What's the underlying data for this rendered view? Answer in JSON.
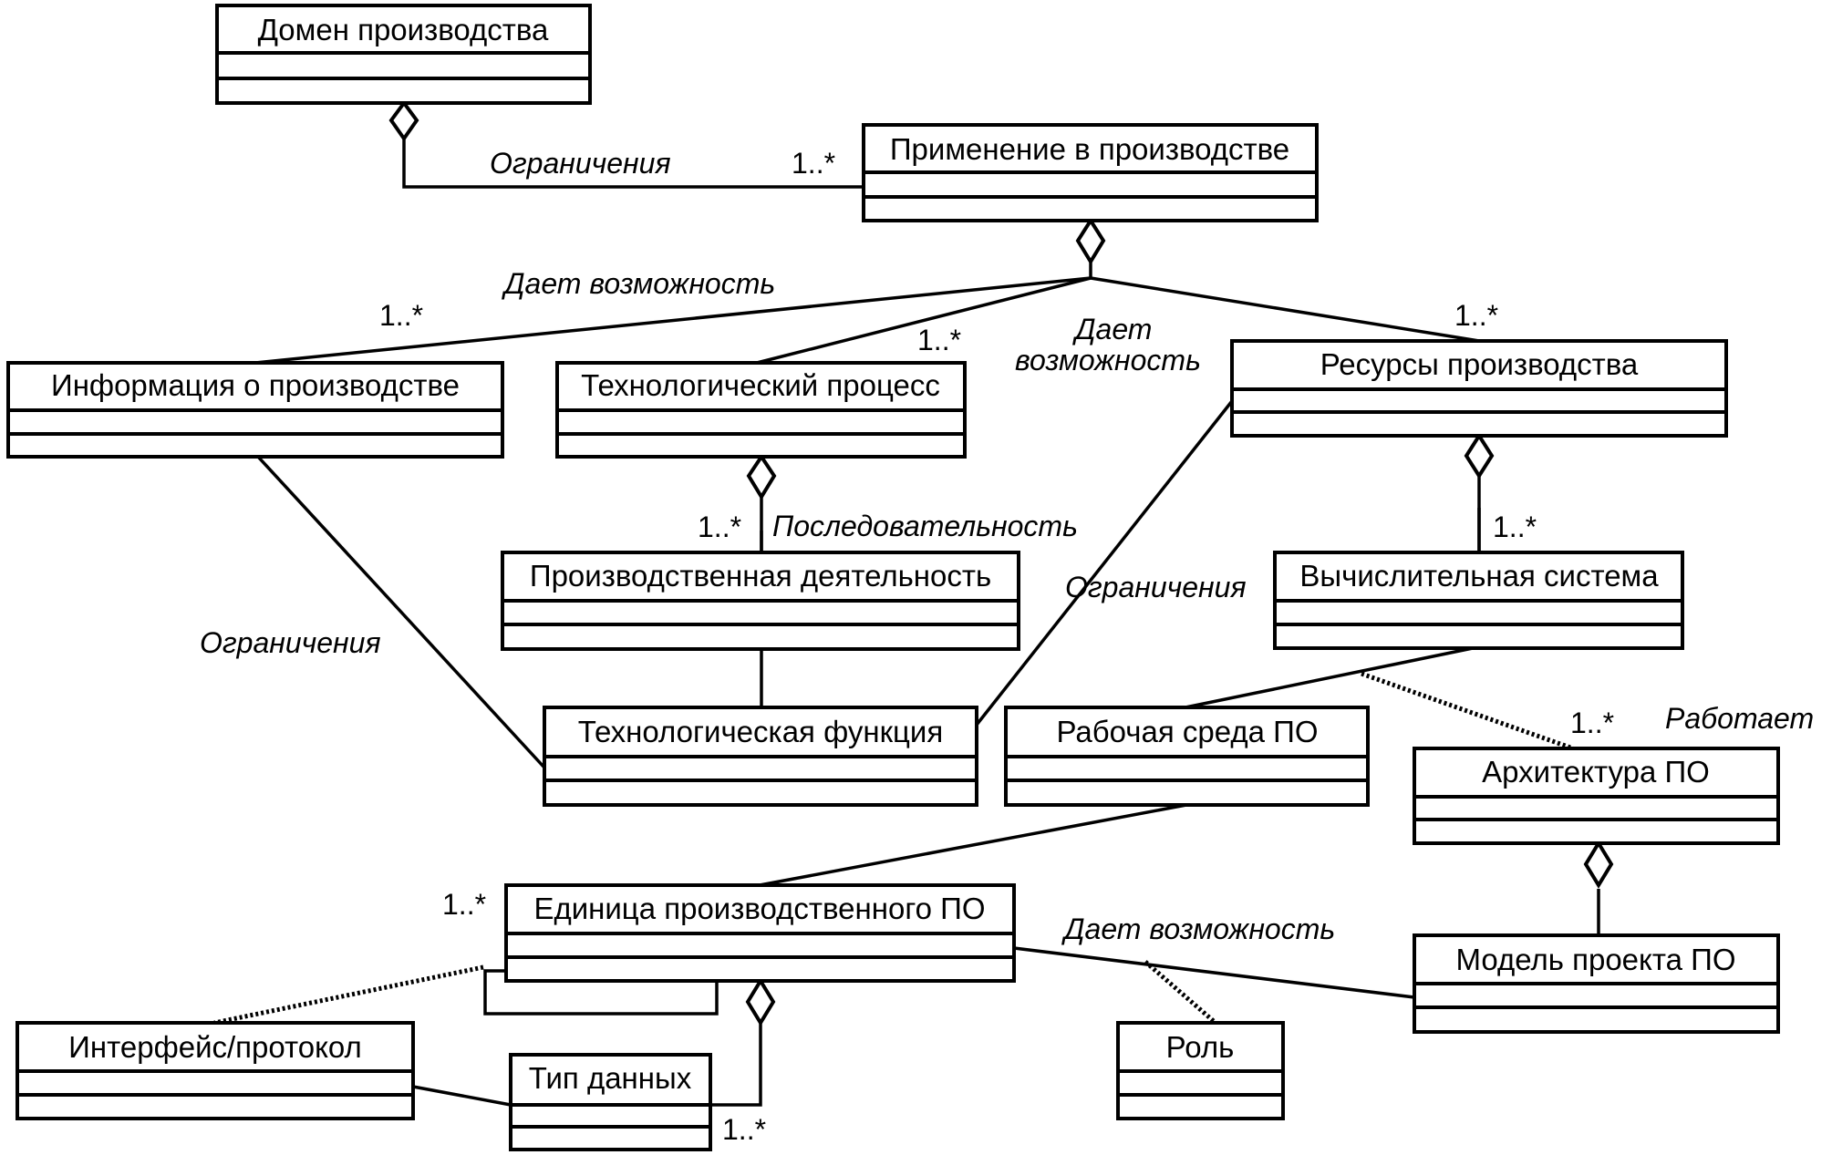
{
  "diagram": {
    "type": "UML class diagram",
    "classes": {
      "domain": "Домен производства",
      "application": "Применение в производстве",
      "info": "Информация о производстве",
      "process": "Технологический процесс",
      "resources": "Ресурсы производства",
      "activity": "Производственная деятельность",
      "computing": "Вычислительная система",
      "function": "Технологическая функция",
      "environment": "Рабочая среда ПО",
      "architecture": "Архитектура ПО",
      "unit": "Единица производственного ПО",
      "model": "Модель проекта ПО",
      "interface": "Интерфейс/протокол",
      "datatype": "Тип данных",
      "role": "Роль"
    },
    "labels": {
      "constraints_top": "Ограничения",
      "enables_left": "Дает возможность",
      "enables_mid_1": "Дает",
      "enables_mid_2": "возможность",
      "sequence": "Последовательность",
      "constraints_left": "Ограничения",
      "constraints_right": "Ограничения",
      "works": "Работает",
      "enables_bottom": "Дает возможность"
    },
    "multiplicities": {
      "application": "1..*",
      "info": "1..*",
      "process": "1..*",
      "resources": "1..*",
      "activity": "1..*",
      "computing": "1..*",
      "architecture": "1..*",
      "unit": "1..*",
      "datatype": "1..*"
    }
  }
}
